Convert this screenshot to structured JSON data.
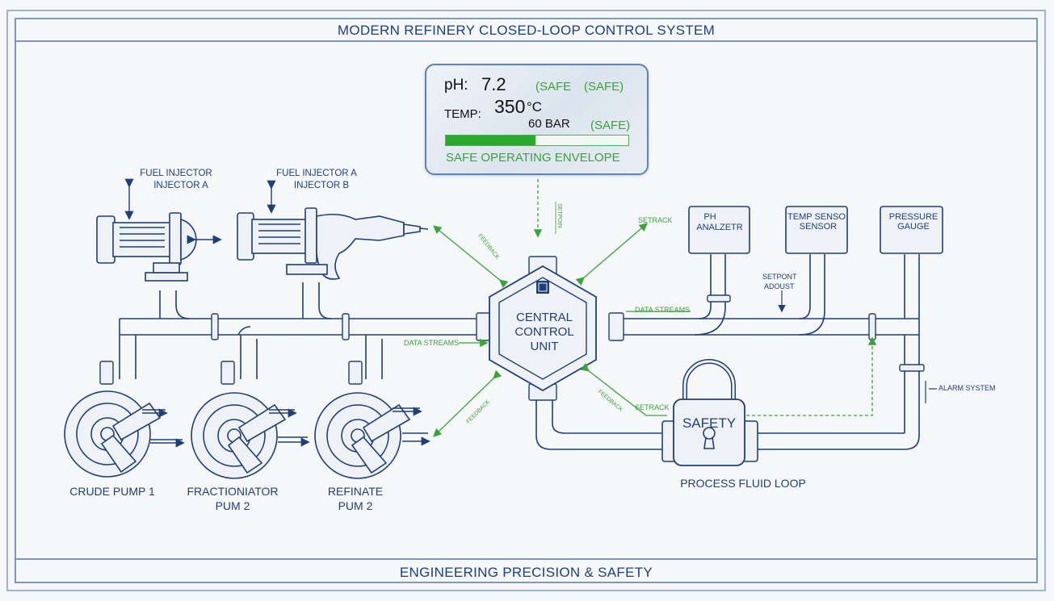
{
  "header": {
    "title": "MODERN REFINERY CLOSED-LOOP CONTROL SYSTEM"
  },
  "footer": {
    "title": "ENGINEERING PRECISION & SAFETY"
  },
  "status_panel": {
    "ph_label": "pH:",
    "ph_value": "7.2",
    "ph_status": "(SAFE",
    "ph_status2": "(SAFE)",
    "temp_label": "TEMP:",
    "temp_value": "350",
    "temp_unit": "°C",
    "pressure_value": "60 BAR",
    "pressure_status": "(SAFE)",
    "envelope_label": "SAFE OPERATING ENVELOPE",
    "envelope_fill": 0.49
  },
  "injectors": {
    "a_line1": "FUEL INJECTOR",
    "a_line2": "INJECTOR A",
    "b_line1": "FUEL INJECTOR A",
    "b_line2": "INJECTOR B"
  },
  "pumps": {
    "p1": "CRUDE PUMP 1",
    "p2_line1": "FRACTIONIATOR",
    "p2_line2": "PUM 2",
    "p3_line1": "REFINATE",
    "p3_line2": "PUM 2"
  },
  "ccu": {
    "line1": "CENTRAL",
    "line2": "CONTROL",
    "line3": "UNIT"
  },
  "sensors": {
    "ph_line1": "PH",
    "ph_line2": "ANALZETR",
    "temp_line1": "TEMP SENSO",
    "temp_line2": "SENSOR",
    "pressure_line1": "PRESSURE",
    "pressure_line2": "GAUGE"
  },
  "annotations": {
    "data_streams_left": "DATA STREAMS",
    "data_streams_right": "DATA STREAMS",
    "setpoint_line1": "SETPONT",
    "setpoint_line2": "ADOUST",
    "setrack_top": "SETRACK",
    "setrack_bottom": "SETRACK",
    "alarm_system": "ALARM SYSTEM",
    "vertical_top": "SETPOIN",
    "diag_ul": "FEEDBACK",
    "diag_ll": "FEEDBACK",
    "diag_lr": "FEEDBACK"
  },
  "safety": {
    "label": "SAFETY",
    "loop_label": "PROCESS FLUID LOOP"
  },
  "colors": {
    "line": "#1f3f76",
    "accent": "#3aa33a",
    "frame": "#7d98c0"
  }
}
